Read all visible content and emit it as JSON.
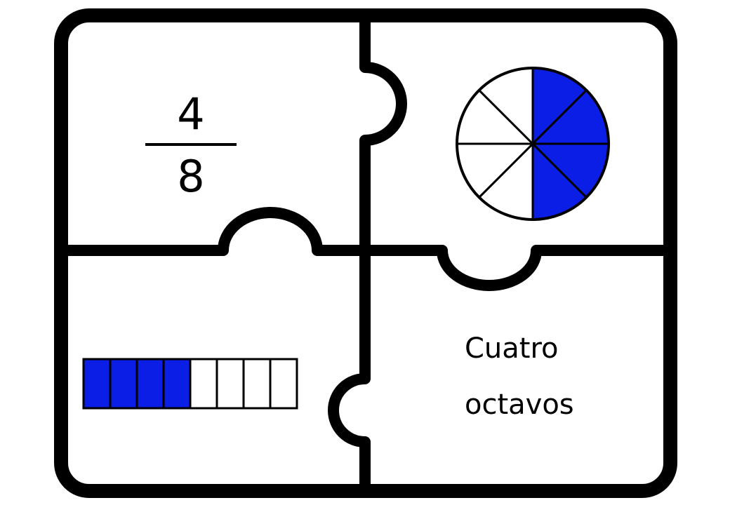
{
  "fraction": {
    "numerator": "4",
    "denominator": "8"
  },
  "words": {
    "line1": "Cuatro",
    "line2": "octavos"
  },
  "fraction_value": {
    "shaded_parts": 4,
    "total_parts": 8
  },
  "colors": {
    "shaded": "#0a1ee6",
    "unshaded": "#ffffff",
    "outline": "#000000"
  }
}
